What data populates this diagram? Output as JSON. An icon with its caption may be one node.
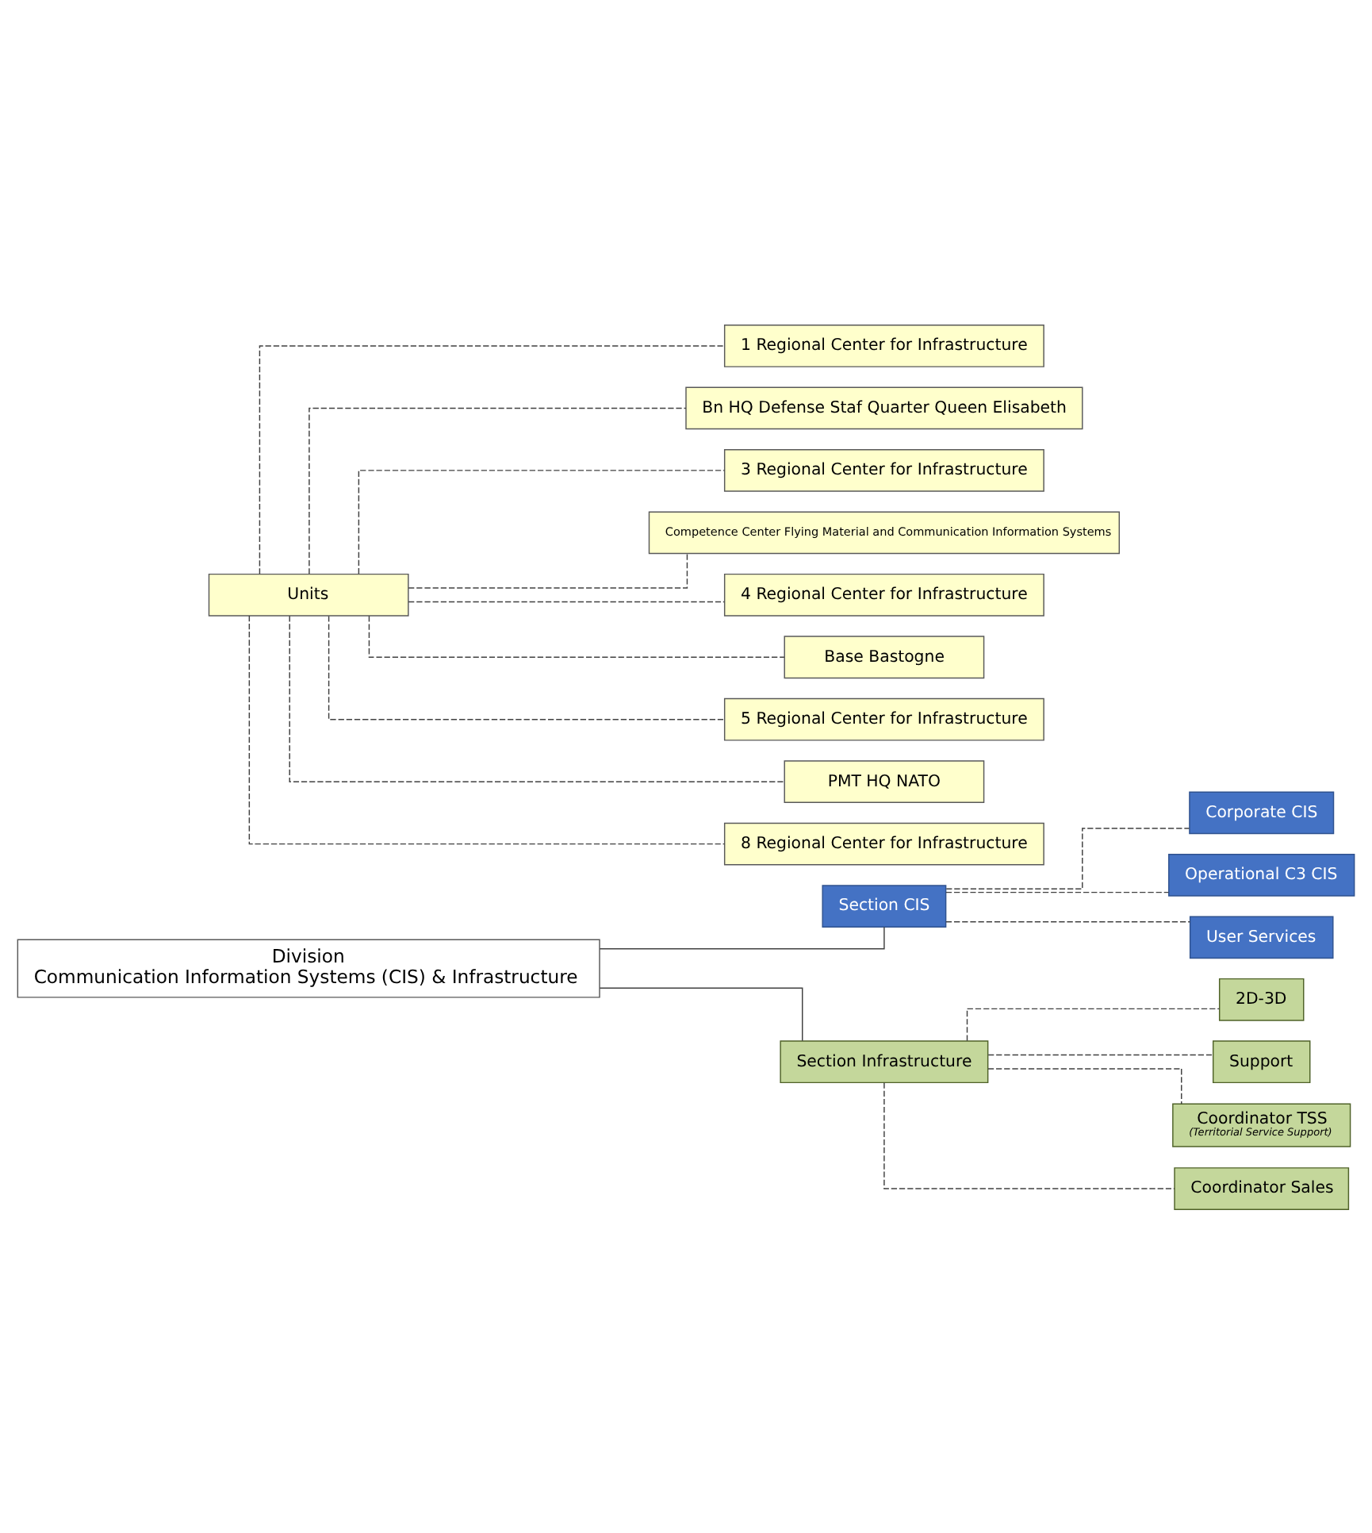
{
  "diagram": {
    "nodes": [
      {
        "text": [
          "Division",
          "Communication Information Systems (CIS) & Infrastructure"
        ]
      },
      {
        "text": [
          "Section CIS"
        ]
      },
      {
        "text": [
          "Corporate CIS"
        ]
      },
      {
        "text": [
          "Operational C3 CIS"
        ]
      },
      {
        "text": [
          "User Services"
        ]
      },
      {
        "text": [
          "Section Infrastructure"
        ]
      },
      {
        "text": [
          "2D-3D"
        ]
      },
      {
        "text": [
          "Support"
        ]
      },
      {
        "text": [
          "Coordinator TSS",
          "(Territorial Service Support)"
        ]
      },
      {
        "text": [
          "Coordinator Sales"
        ]
      },
      {
        "text": [
          "Units"
        ]
      },
      {
        "text": [
          "1 Regional Center for Infrastructure"
        ]
      },
      {
        "text": [
          "Bn HQ Defense Staf Quarter Queen Elisabeth"
        ]
      },
      {
        "text": [
          "3 Regional Center for Infrastructure"
        ]
      },
      {
        "text": [
          "Competence Center Flying Material and Communication Information Systems"
        ]
      },
      {
        "text": [
          "4 Regional Center for Infrastructure"
        ]
      },
      {
        "text": [
          "Base Bastogne"
        ]
      },
      {
        "text": [
          "5 Regional Center for Infrastructure"
        ]
      },
      {
        "text": [
          "PMT HQ NATO"
        ]
      },
      {
        "text": [
          "8 Regional Center for Infrastructure"
        ]
      }
    ],
    "edges": [
      {
        "from": 0,
        "to": 1,
        "arrow": "none"
      },
      {
        "from": 0,
        "to": 5,
        "arrow": "none"
      },
      {
        "from": 1,
        "to": 2,
        "arrow": "none",
        "style": "dashed"
      },
      {
        "from": 1,
        "to": 3,
        "arrow": "none",
        "style": "dashed"
      },
      {
        "from": 1,
        "to": 4,
        "arrow": "none",
        "style": "dashed"
      },
      {
        "from": 5,
        "to": 6,
        "arrow": "none",
        "style": "dashed"
      },
      {
        "from": 5,
        "to": 7,
        "arrow": "none",
        "style": "dashed"
      },
      {
        "from": 5,
        "to": 8,
        "arrow": "none",
        "style": "dashed"
      },
      {
        "from": 5,
        "to": 9,
        "arrow": "none",
        "style": "dashed"
      },
      {
        "from": 10,
        "to": 11,
        "arrow": "none",
        "style": "dashed"
      },
      {
        "from": 10,
        "to": 12,
        "arrow": "none",
        "style": "dashed"
      },
      {
        "from": 10,
        "to": 13,
        "arrow": "none",
        "style": "dashed"
      },
      {
        "from": 10,
        "to": 14,
        "arrow": "none",
        "style": "dashed"
      },
      {
        "from": 10,
        "to": 15,
        "arrow": "none",
        "style": "dashed"
      },
      {
        "from": 10,
        "to": 16,
        "arrow": "none",
        "style": "dashed"
      },
      {
        "from": 10,
        "to": 17,
        "arrow": "none",
        "style": "dashed"
      },
      {
        "from": 10,
        "to": 18,
        "arrow": "none",
        "style": "dashed"
      },
      {
        "from": 10,
        "to": 19,
        "arrow": "none",
        "style": "dashed"
      }
    ]
  }
}
